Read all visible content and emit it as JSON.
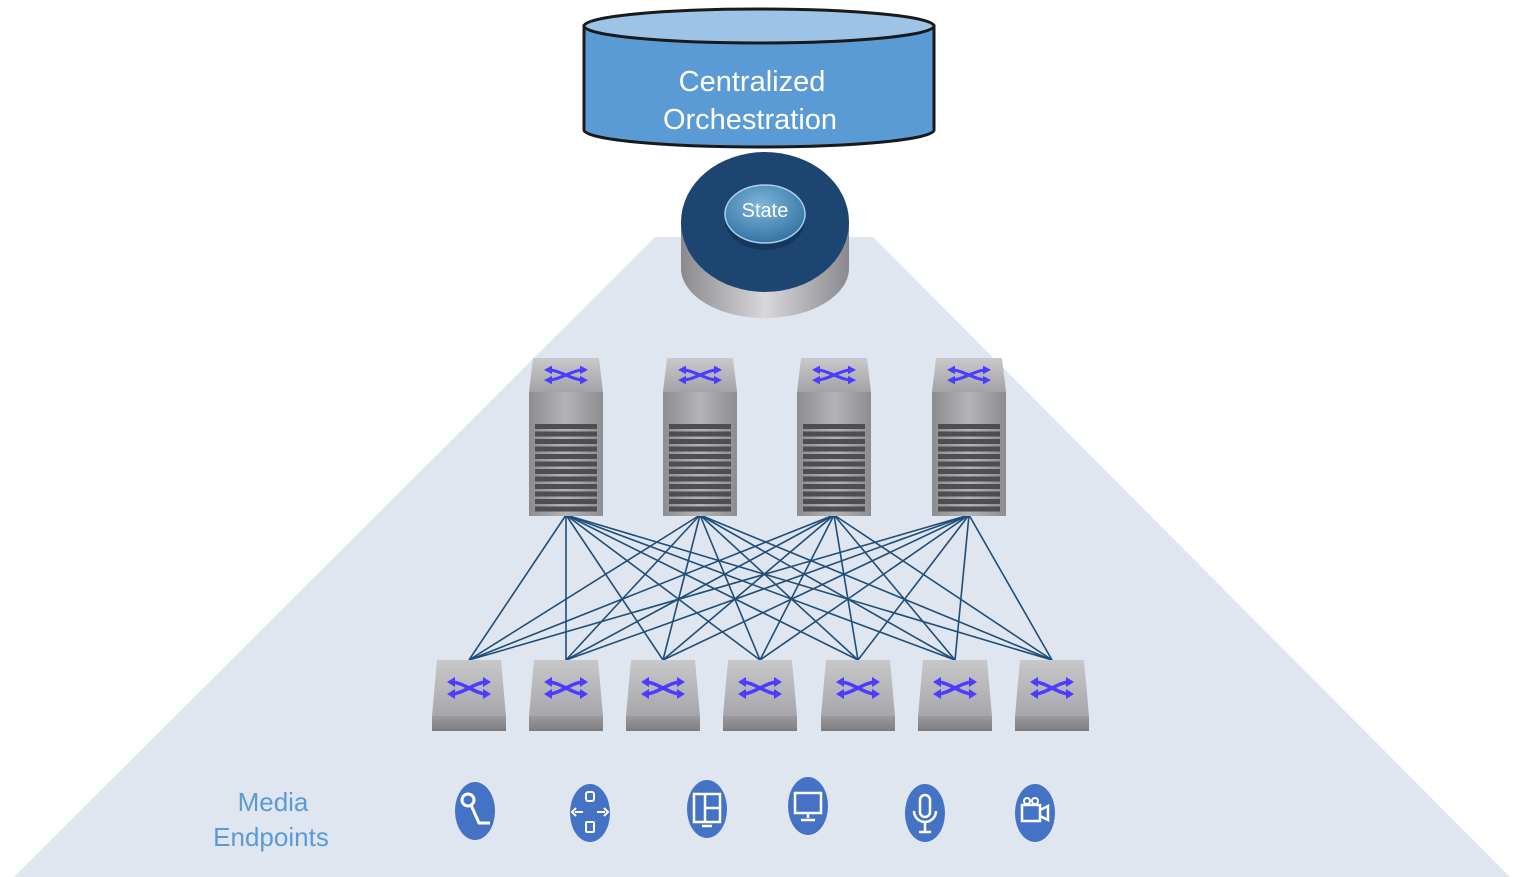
{
  "orchestration": {
    "line1": "Centralized",
    "line2": "Orchestration"
  },
  "state": {
    "label": "State"
  },
  "endpoints": {
    "label_line1": "Media",
    "label_line2": "Endpoints",
    "icons": [
      "microphone-stand-icon",
      "network-hub-icon",
      "multiviewer-display-icon",
      "monitor-icon",
      "microphone-icon",
      "video-camera-icon"
    ]
  },
  "spine_switches": [
    "spine-switch-1",
    "spine-switch-2",
    "spine-switch-3",
    "spine-switch-4"
  ],
  "leaf_switches": [
    "leaf-switch-1",
    "leaf-switch-2",
    "leaf-switch-3",
    "leaf-switch-4",
    "leaf-switch-5",
    "leaf-switch-6",
    "leaf-switch-7"
  ],
  "colors": {
    "background_trapezoid": "#dfe6ef",
    "orchestration_fill": "#5b9bd5",
    "orchestration_top": "#9dc3e6",
    "state_ring": "#1f4e79",
    "state_button": "#4a8fbf",
    "link_line": "#1f4e79",
    "switch_arrows": "#4b3cff",
    "endpoint_icon": "#4472c4",
    "endpoint_label": "#5b9bd5"
  }
}
